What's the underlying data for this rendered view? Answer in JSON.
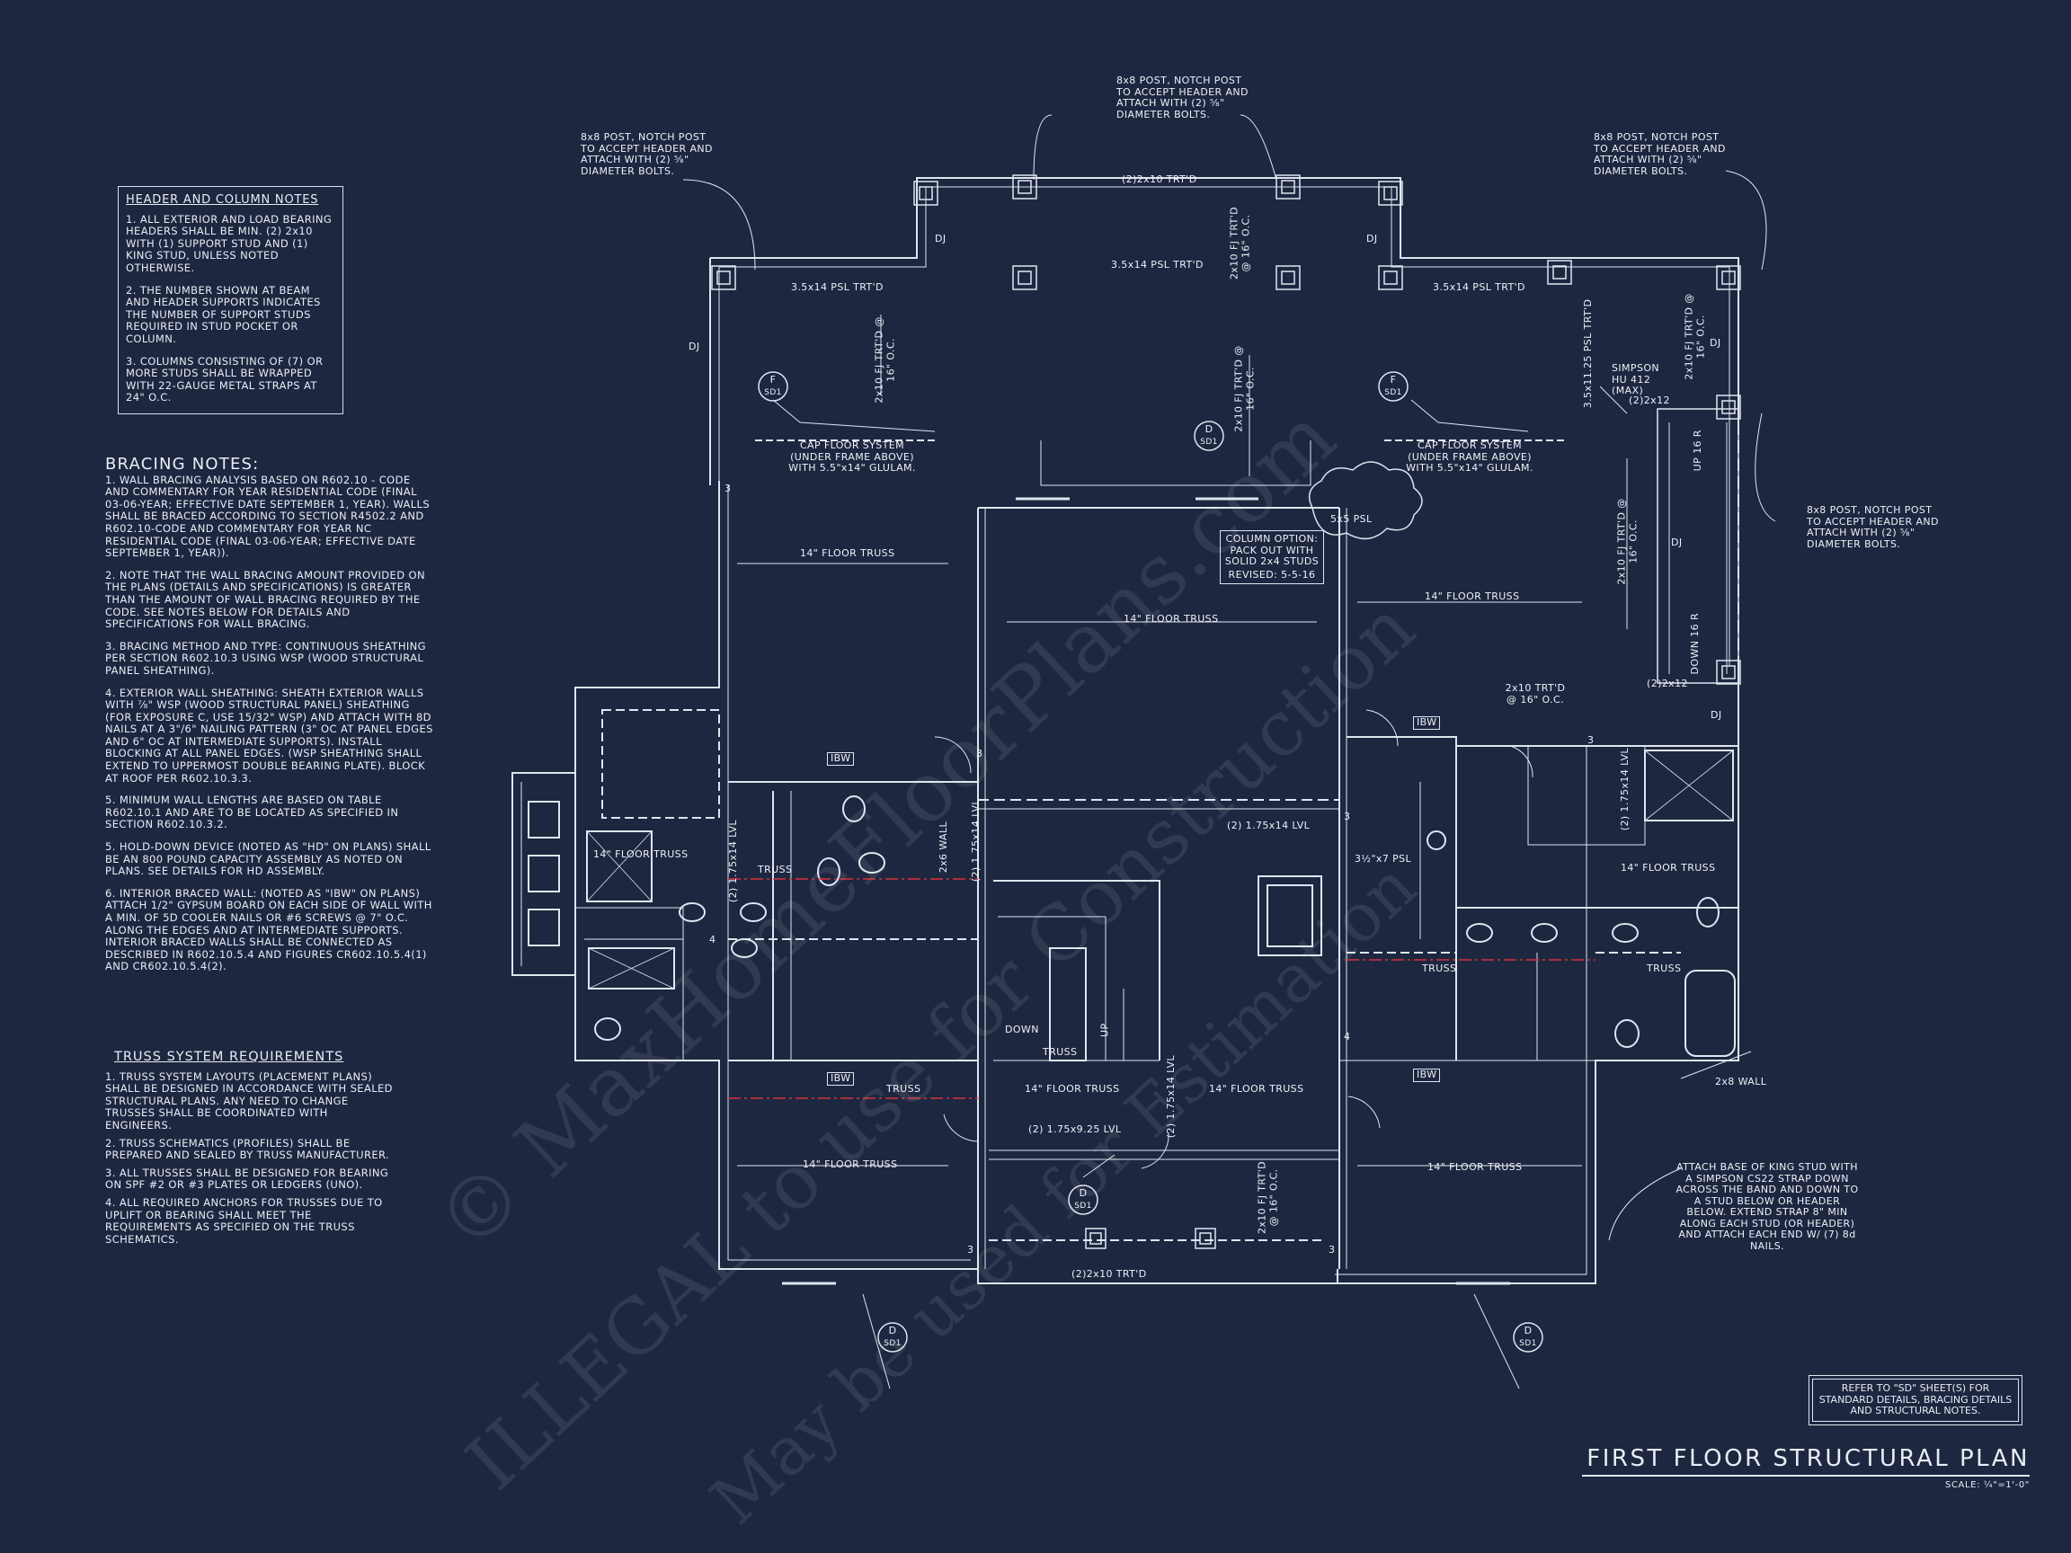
{
  "title": "FIRST FLOOR STRUCTURAL PLAN",
  "scale": "SCALE: ¼\"=1'-0\"",
  "watermark": {
    "line1": "© MaxHomeFloorPlans.com",
    "line2": "ILLEGAL to use for Construction",
    "line3": "May be used for Estimation"
  },
  "header_notes": {
    "heading": "HEADER AND COLUMN NOTES",
    "items": [
      "1. ALL EXTERIOR AND LOAD BEARING HEADERS SHALL BE MIN. (2) 2x10 WITH (1) SUPPORT STUD AND (1) KING STUD, UNLESS NOTED OTHERWISE.",
      "2. THE NUMBER SHOWN AT BEAM AND HEADER SUPPORTS INDICATES THE NUMBER OF SUPPORT STUDS REQUIRED IN STUD POCKET OR COLUMN.",
      "3. COLUMNS CONSISTING OF (7) OR MORE STUDS SHALL BE WRAPPED WITH 22-GAUGE METAL STRAPS AT 24\" O.C."
    ]
  },
  "bracing_notes": {
    "heading": "BRACING NOTES:",
    "items": [
      "1. WALL BRACING ANALYSIS BASED ON R602.10 - CODE AND COMMENTARY FOR YEAR RESIDENTIAL CODE (FINAL 03-06-YEAR; EFFECTIVE DATE SEPTEMBER 1, YEAR). WALLS SHALL BE BRACED ACCORDING TO SECTION R4502.2 AND R602.10-CODE AND COMMENTARY FOR YEAR NC RESIDENTIAL CODE (FINAL 03-06-YEAR; EFFECTIVE DATE SEPTEMBER 1, YEAR)).",
      "2. NOTE THAT THE WALL BRACING AMOUNT PROVIDED ON THE PLANS (DETAILS AND SPECIFICATIONS) IS GREATER THAN THE AMOUNT OF WALL BRACING REQUIRED BY THE CODE. SEE NOTES BELOW FOR DETAILS AND SPECIFICATIONS FOR WALL BRACING.",
      "3. BRACING METHOD AND TYPE: CONTINUOUS SHEATHING PER SECTION R602.10.3 USING WSP (WOOD STRUCTURAL PANEL SHEATHING).",
      "4. EXTERIOR WALL SHEATHING: SHEATH EXTERIOR WALLS WITH ⅞\" WSP (WOOD STRUCTURAL PANEL) SHEATHING (FOR EXPOSURE C, USE 15/32\" WSP) AND ATTACH WITH 8d NAILS AT A 3\"/6\" NAILING PATTERN (3\" OC AT PANEL EDGES AND 6\" OC AT INTERMEDIATE SUPPORTS). INSTALL BLOCKING AT ALL PANEL EDGES. (WSP SHEATHING SHALL EXTEND TO UPPERMOST DOUBLE BEARING PLATE). BLOCK AT ROOF PER R602.10.3.3.",
      "5. MINIMUM WALL LENGTHS ARE BASED ON TABLE R602.10.1 AND ARE TO BE LOCATED AS SPECIFIED IN SECTION R602.10.3.2.",
      "5. HOLD-DOWN DEVICE (NOTED AS \"HD\" ON PLANS) SHALL BE AN 800 POUND CAPACITY ASSEMBLY AS NOTED ON PLANS. SEE DETAILS FOR HD ASSEMBLY.",
      "6. INTERIOR BRACED WALL: (NOTED AS \"IBW\" ON PLANS) ATTACH 1/2\" GYPSUM BOARD ON EACH SIDE OF WALL WITH A MIN. OF 5d COOLER NAILS OR #6 SCREWS @ 7\" O.C. ALONG THE EDGES AND AT INTERMEDIATE SUPPORTS. INTERIOR BRACED WALLS SHALL BE CONNECTED AS DESCRIBED IN R602.10.5.4 AND FIGURES CR602.10.5.4(1) AND CR602.10.5.4(2)."
    ]
  },
  "truss_notes": {
    "heading": "TRUSS SYSTEM REQUIREMENTS",
    "items": [
      "1. TRUSS SYSTEM LAYOUTS (PLACEMENT PLANS) SHALL BE DESIGNED IN ACCORDANCE WITH SEALED STRUCTURAL PLANS. ANY NEED TO CHANGE TRUSSES SHALL BE COORDINATED WITH ENGINEERS.",
      "2. TRUSS SCHEMATICS (PROFILES) SHALL BE PREPARED AND SEALED BY TRUSS MANUFACTURER.",
      "3. ALL TRUSSES SHALL BE DESIGNED FOR BEARING ON SPF #2 OR #3 PLATES OR LEDGERS (UNO).",
      "4. ALL REQUIRED ANCHORS FOR TRUSSES DUE TO UPLIFT OR BEARING SHALL MEET THE REQUIREMENTS AS SPECIFIED ON THE TRUSS SCHEMATICS."
    ]
  },
  "ref_note": "REFER TO \"SD\" SHEET(S) FOR STANDARD DETAILS, BRACING DETAILS AND STRUCTURAL NOTES.",
  "labels": {
    "post_note": "8x8 POST, NOTCH POST TO ACCEPT HEADER AND ATTACH WITH (2) ⅝\" DIAMETER BOLTS.",
    "beam_2_2x10": "(2)2x10 TRT'D",
    "beam_psl_center": "3.5x14 PSL TRT'D",
    "beam_psl_left": "3.5x14 PSL TRT'D",
    "beam_psl_right": "3.5x14 PSL TRT'D",
    "beam_psl_vert": "3.5x11.25 PSL TRT'D",
    "fj_2x10": "2x10 FJ TRT'D @ 16\" O.C.",
    "dj": "DJ",
    "cap_floor": "CAP FLOOR SYSTEM (UNDER FRAME ABOVE) WITH 5.5\"x14\" GLULAM.",
    "column_option": "COLUMN OPTION: PACK OUT WITH SOLID 2x4 STUDS",
    "revised": "REVISED: 5-5-16",
    "post_5x5": "5x5 PSL",
    "simpson_hu": "SIMPSON HU 412 (MAX)",
    "floor_truss": "14\" FLOOR TRUSS",
    "truss": "TRUSS",
    "lvl_2_175x14": "(2) 1.75x14 LVL",
    "lvl_2_175x925": "(2) 1.75x9.25 LVL",
    "psl_35x7": "3½\"x7 PSL",
    "wall_2x6": "2x6 WALL",
    "wall_2x8": "2x8 WALL",
    "ibw": "IBW",
    "down": "DOWN",
    "up": "UP",
    "up16r": "UP 16 R",
    "down16r": "DOWN 16 R",
    "twox12": "(2)2x12",
    "tj_2x10": "2x10 TRT'D @ 16\" O.C.",
    "sd1": "SD1",
    "tag_d": "D",
    "tag_f": "F",
    "strap_note": "ATTACH BASE OF KING STUD WITH A SIMPSON CS22 STRAP DOWN ACROSS THE BAND AND DOWN TO A STUD BELOW OR HEADER BELOW. EXTEND STRAP 8\" MIN ALONG EACH STUD (OR HEADER) AND ATTACH EACH END W/ (7) 8d NAILS.",
    "stud_3": "3",
    "stud_4": "4"
  }
}
